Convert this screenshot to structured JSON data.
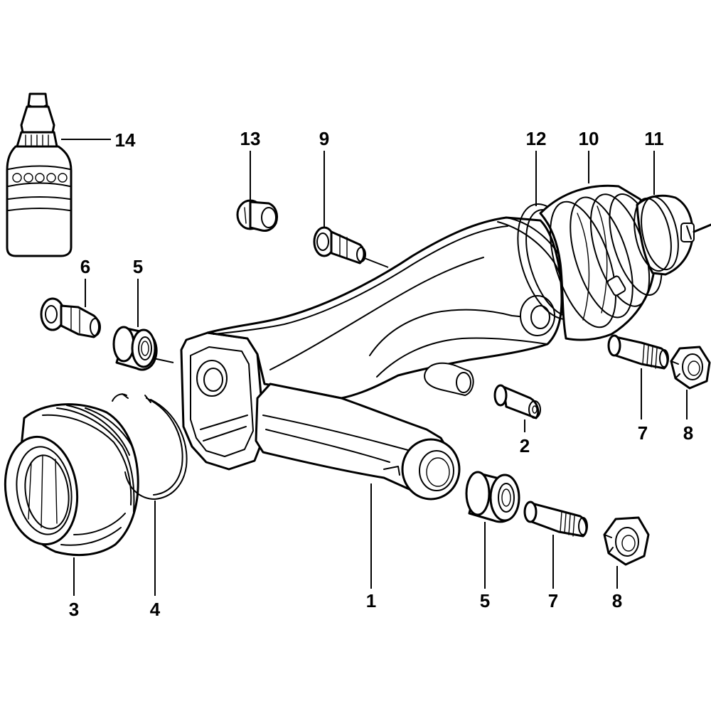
{
  "parts": [
    {
      "id": "label-1",
      "text": "1"
    },
    {
      "id": "label-2",
      "text": "2"
    },
    {
      "id": "label-3",
      "text": "3"
    },
    {
      "id": "label-4",
      "text": "4"
    },
    {
      "id": "label-5-top",
      "text": "5"
    },
    {
      "id": "label-5-bottom",
      "text": "5"
    },
    {
      "id": "label-6",
      "text": "6"
    },
    {
      "id": "label-7-top",
      "text": "7"
    },
    {
      "id": "label-7-bottom",
      "text": "7"
    },
    {
      "id": "label-8-top",
      "text": "8"
    },
    {
      "id": "label-8-bottom",
      "text": "8"
    },
    {
      "id": "label-9",
      "text": "9"
    },
    {
      "id": "label-10",
      "text": "10"
    },
    {
      "id": "label-11",
      "text": "11"
    },
    {
      "id": "label-12",
      "text": "12"
    },
    {
      "id": "label-13",
      "text": "13"
    },
    {
      "id": "label-14",
      "text": "14"
    }
  ]
}
